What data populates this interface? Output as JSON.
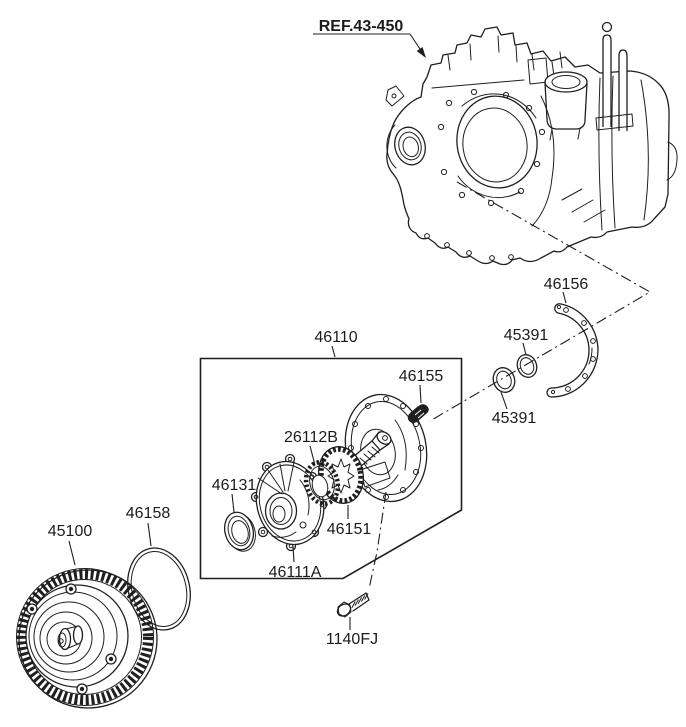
{
  "figure": {
    "background": "#ffffff",
    "line_color": "#1f1f1f",
    "reference_link": "REF.43-450",
    "callouts": {
      "c45100": "45100",
      "c46158": "46158",
      "c46110": "46110",
      "c46111A": "46111A",
      "c46131": "46131",
      "c26112B": "26112B",
      "c46151": "46151",
      "c46155": "46155",
      "c45391": "45391",
      "c46156": "46156",
      "c1140FJ": "1140FJ"
    }
  }
}
